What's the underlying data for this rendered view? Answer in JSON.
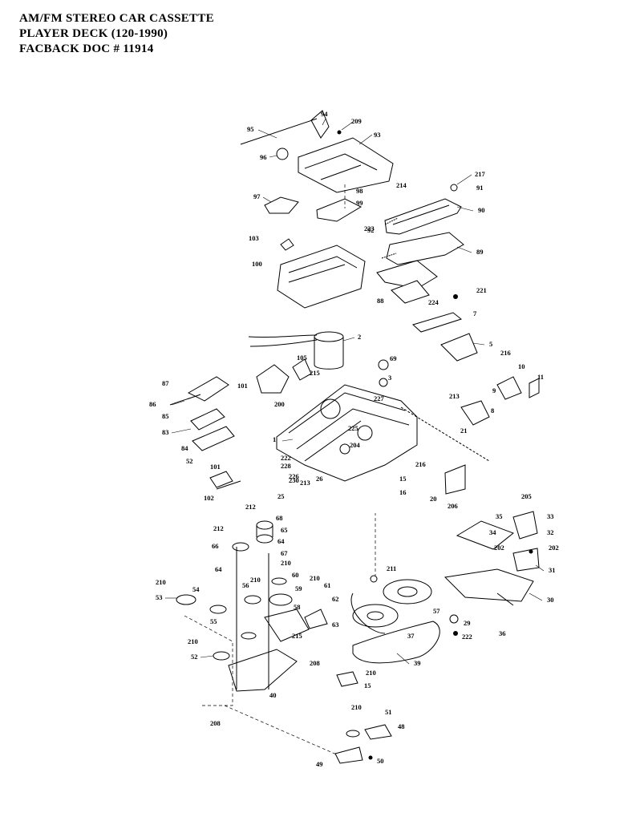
{
  "header": {
    "line1": "AM/FM STEREO CAR CASSETTE",
    "line2": "PLAYER DECK  (120-1990)",
    "line3": "FACBACK DOC # 11914"
  },
  "callouts": [
    "95",
    "94",
    "209",
    "93",
    "96",
    "97",
    "98",
    "99",
    "217",
    "91",
    "214",
    "90",
    "223",
    "92",
    "103",
    "100",
    "89",
    "88",
    "221",
    "224",
    "7",
    "2",
    "5",
    "105",
    "215",
    "69",
    "3",
    "216",
    "10",
    "11",
    "87",
    "101",
    "200",
    "227",
    "9",
    "86",
    "85",
    "213",
    "8",
    "83",
    "1",
    "225",
    "204",
    "21",
    "84",
    "52",
    "222",
    "228",
    "216",
    "226",
    "15",
    "16",
    "101",
    "102",
    "230",
    "213",
    "26",
    "25",
    "20",
    "206",
    "205",
    "35",
    "33",
    "212",
    "68",
    "34",
    "32",
    "212",
    "65",
    "64",
    "66",
    "67",
    "202",
    "202",
    "31",
    "64",
    "210",
    "60",
    "210",
    "30",
    "210",
    "59",
    "210",
    "61",
    "53",
    "54",
    "56",
    "58",
    "62",
    "211",
    "36",
    "55",
    "57",
    "63",
    "29",
    "222",
    "210",
    "37",
    "52",
    "215",
    "208",
    "39",
    "210",
    "40",
    "15",
    "210",
    "51",
    "208",
    "48",
    "50",
    "49"
  ]
}
